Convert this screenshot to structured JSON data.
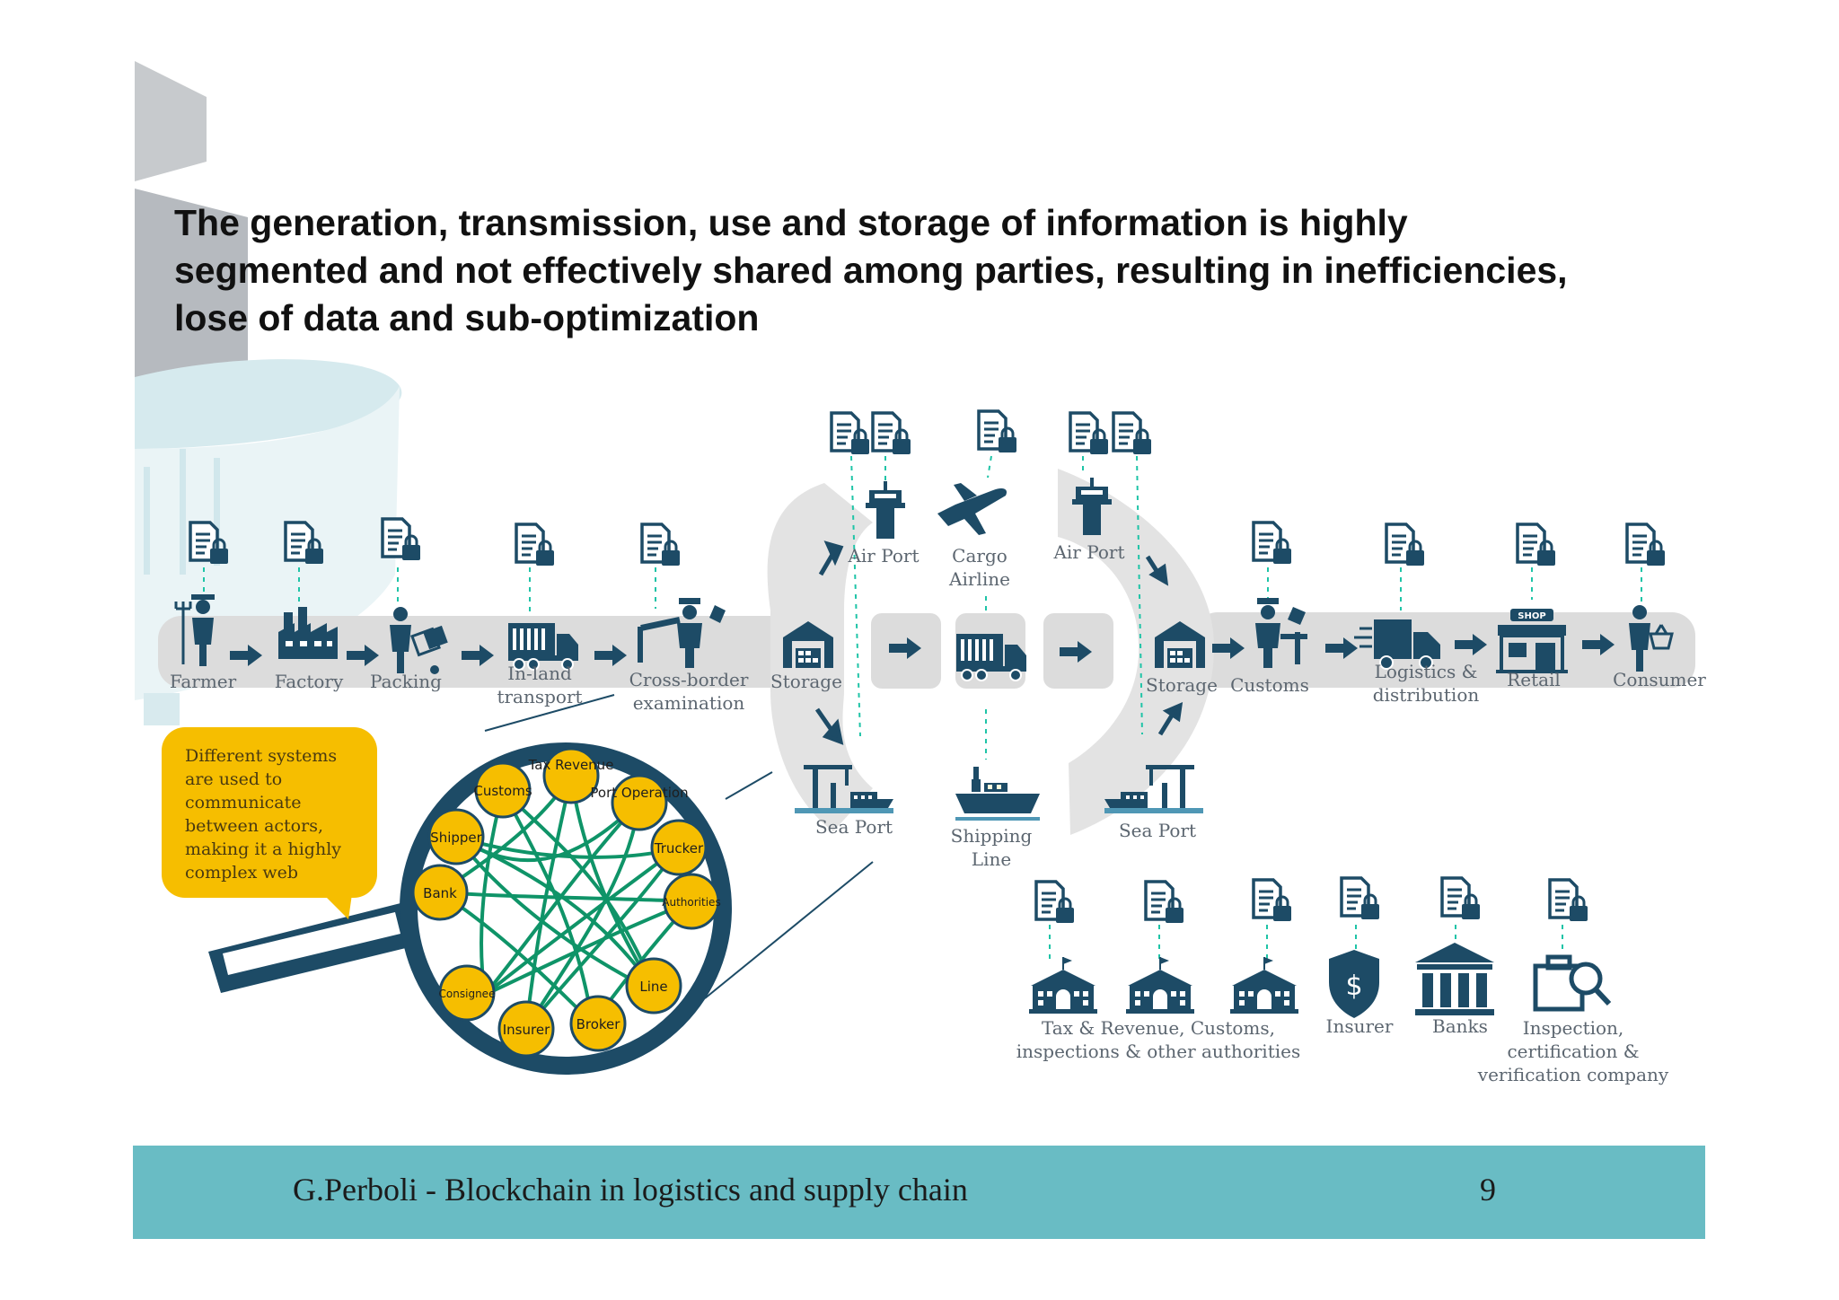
{
  "headline": {
    "line1": "The generation, transmission, use and storage of information is highly",
    "line2": "segmented and not effectively shared among parties, resulting in inefficiencies,",
    "line3": "lose of data and sub-optimization"
  },
  "chain": [
    {
      "id": "farmer",
      "label": [
        "Farmer"
      ],
      "icon": "farmer-icon"
    },
    {
      "id": "factory",
      "label": [
        "Factory"
      ],
      "icon": "factory-icon"
    },
    {
      "id": "packing",
      "label": [
        "Packing"
      ],
      "icon": "packing-worker-icon"
    },
    {
      "id": "inland",
      "label": [
        "In-land",
        "transport"
      ],
      "icon": "truck-icon"
    },
    {
      "id": "crossborder",
      "label": [
        "Cross-border",
        "examination"
      ],
      "icon": "border-officer-icon"
    },
    {
      "id": "storage1",
      "label": [
        "Storage"
      ],
      "icon": "warehouse-icon"
    },
    {
      "id": "storage2",
      "label": [
        "Storage"
      ],
      "icon": "warehouse-icon"
    },
    {
      "id": "customs",
      "label": [
        "Customs"
      ],
      "icon": "customs-officer-icon"
    },
    {
      "id": "logistics",
      "label": [
        "Logistics &",
        "distribution"
      ],
      "icon": "delivery-van-icon"
    },
    {
      "id": "retail",
      "label": [
        "Retail"
      ],
      "icon": "shop-icon"
    },
    {
      "id": "consumer",
      "label": [
        "Consumer"
      ],
      "icon": "shopper-icon"
    }
  ],
  "transit": {
    "airport_left": "Air Port",
    "cargo_airline": [
      "Cargo",
      "Airline"
    ],
    "airport_right": "Air Port",
    "seaport_left": "Sea Port",
    "shipping_line": [
      "Shipping",
      "Line"
    ],
    "seaport_right": "Sea Port"
  },
  "shop_sign": "SHOP",
  "authorities": [
    {
      "label": [
        "Tax & Revenue, Customs,",
        "inspections & other authorities"
      ],
      "icon": "government-building-icon"
    },
    {
      "label": [
        "Insurer"
      ],
      "icon": "shield-dollar-icon"
    },
    {
      "label": [
        "Banks"
      ],
      "icon": "bank-icon"
    },
    {
      "label": [
        "Inspection,",
        "certification &",
        "verification company"
      ],
      "icon": "inspection-icon"
    }
  ],
  "callout": [
    "Different systems",
    "are used to",
    "communicate",
    "between actors,",
    "making it a highly",
    "complex web"
  ],
  "network_nodes": [
    "Customs",
    "Tax Revenue",
    "Port Operation",
    "Shipper",
    "Trucker",
    "Bank",
    "Authorities",
    "Line",
    "Consignee",
    "Insurer",
    "Broker"
  ],
  "colors": {
    "navy": "#1d4b66",
    "band": "#dcdcdc",
    "teal_line": "#1fc4a7",
    "yellow": "#f6be00",
    "web": "#0f9468",
    "footer": "#69bcc4"
  },
  "footer": {
    "text": "G.Perboli - Blockchain in logistics and supply chain",
    "page": "9"
  }
}
